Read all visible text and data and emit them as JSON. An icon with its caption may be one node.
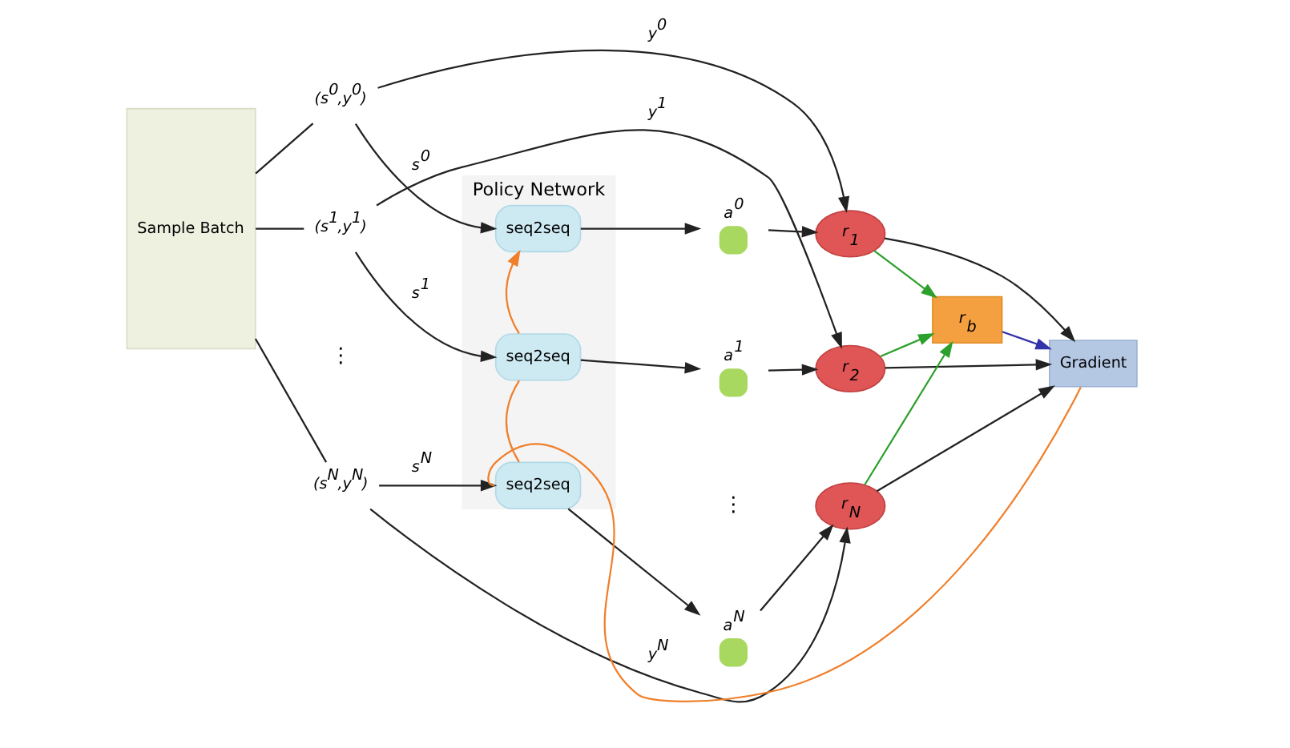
{
  "diagram": {
    "nodes": [
      {
        "text": [
          "Policy Network"
        ]
      },
      {
        "text": [
          "Sample Batch"
        ]
      },
      {
        "text": [
          "(s$^{0}$,y$^{0}$)"
        ]
      },
      {
        "text": [
          "(s$^{1}$,y$^{1}$)"
        ]
      },
      {
        "text": [
          "(s$^{N}$,y$^{N}$)"
        ]
      },
      {
        "text": [
          "seq2seq"
        ],
        "in": 0
      },
      {
        "text": [
          "seq2seq"
        ],
        "in": 0
      },
      {
        "text": [
          "seq2seq"
        ],
        "in": 0
      },
      {
        "text": [],
        "shape": "circle",
        "beside": [
          "a$^{0}$"
        ]
      },
      {
        "text": [],
        "shape": "circle",
        "beside": [
          "a$^{1}$"
        ]
      },
      {
        "text": [],
        "shape": "circle",
        "beside": [
          "a$^{N}$"
        ]
      },
      {
        "text": [
          "r$_{1}$"
        ]
      },
      {
        "text": [
          "r$_{2}$"
        ]
      },
      {
        "text": [
          "r$_{N}$"
        ]
      },
      {
        "text": [
          "r$_{b}$"
        ]
      },
      {
        "text": [
          "Gradient"
        ]
      }
    ],
    "edges": [
      {
        "from": 1,
        "to": 2,
        "arrow": "none"
      },
      {
        "from": 1,
        "to": 3,
        "arrow": "none"
      },
      {
        "from": 1,
        "to": 4,
        "arrow": "none"
      },
      {
        "from": 2,
        "to": 5,
        "arrow": "to",
        "label": "s$^{0}$"
      },
      {
        "from": 2,
        "to": 11,
        "arrow": "to",
        "label": "y$^{0}$"
      },
      {
        "from": 3,
        "to": 6,
        "arrow": "to",
        "label": "s$^{1}$"
      },
      {
        "from": 3,
        "to": 12,
        "arrow": "to",
        "label": "y$^{1}$"
      },
      {
        "from": 4,
        "to": 7,
        "arrow": "to",
        "label": "s$^{N}$"
      },
      {
        "from": 4,
        "to": 13,
        "arrow": "to",
        "label": "y$^{N}$"
      },
      {
        "from": 5,
        "to": 8,
        "arrow": "to"
      },
      {
        "from": 6,
        "to": 9,
        "arrow": "to"
      },
      {
        "from": 7,
        "to": 10,
        "arrow": "to"
      },
      {
        "from": 8,
        "to": 11,
        "arrow": "to"
      },
      {
        "from": 9,
        "to": 12,
        "arrow": "to"
      },
      {
        "from": 10,
        "to": 13,
        "arrow": "to"
      },
      {
        "from": 11,
        "to": 15,
        "arrow": "to"
      },
      {
        "from": 12,
        "to": 15,
        "arrow": "to"
      },
      {
        "from": 13,
        "to": 15,
        "arrow": "to"
      },
      {
        "from": 11,
        "to": 14,
        "arrow": "to",
        "color": "#2ca02c"
      },
      {
        "from": 12,
        "to": 14,
        "arrow": "to",
        "color": "#2ca02c"
      },
      {
        "from": 13,
        "to": 14,
        "arrow": "to",
        "color": "#2ca02c"
      },
      {
        "from": 14,
        "to": 15,
        "arrow": "to",
        "color": "#3333aa"
      },
      {
        "from": 15,
        "to": 7,
        "arrow": "none",
        "color": "#f07f2a"
      },
      {
        "from": 7,
        "to": 6,
        "arrow": "none",
        "color": "#f07f2a"
      },
      {
        "from": 6,
        "to": 5,
        "arrow": "to",
        "color": "#f07f2a"
      }
    ],
    "labels": [
      "⋮",
      "⋮"
    ]
  }
}
